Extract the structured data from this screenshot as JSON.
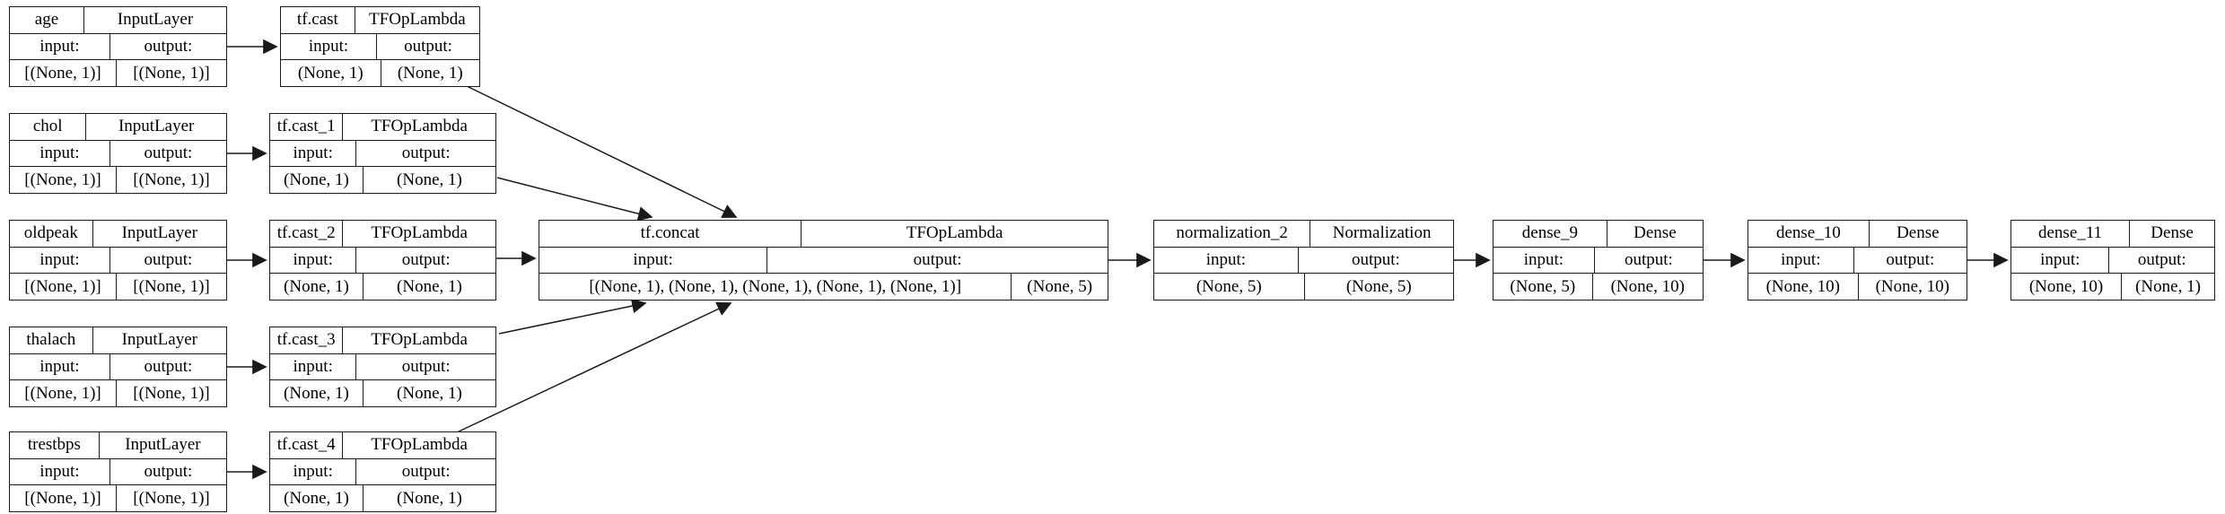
{
  "diagram": {
    "kind": "keras-model-architecture-graph",
    "labels": {
      "input": "input:",
      "output": "output:"
    },
    "colors": {
      "border": "#1a1a1a",
      "background": "#ffffff",
      "text": "#000000"
    },
    "nodes": [
      {
        "id": "age",
        "name": "age",
        "class": "InputLayer",
        "input_shape": "[(None, 1)]",
        "output_shape": "[(None, 1)]"
      },
      {
        "id": "chol",
        "name": "chol",
        "class": "InputLayer",
        "input_shape": "[(None, 1)]",
        "output_shape": "[(None, 1)]"
      },
      {
        "id": "oldpeak",
        "name": "oldpeak",
        "class": "InputLayer",
        "input_shape": "[(None, 1)]",
        "output_shape": "[(None, 1)]"
      },
      {
        "id": "thalach",
        "name": "thalach",
        "class": "InputLayer",
        "input_shape": "[(None, 1)]",
        "output_shape": "[(None, 1)]"
      },
      {
        "id": "trestbps",
        "name": "trestbps",
        "class": "InputLayer",
        "input_shape": "[(None, 1)]",
        "output_shape": "[(None, 1)]"
      },
      {
        "id": "tf.cast",
        "name": "tf.cast",
        "class": "TFOpLambda",
        "input_shape": "(None, 1)",
        "output_shape": "(None, 1)"
      },
      {
        "id": "tf.cast_1",
        "name": "tf.cast_1",
        "class": "TFOpLambda",
        "input_shape": "(None, 1)",
        "output_shape": "(None, 1)"
      },
      {
        "id": "tf.cast_2",
        "name": "tf.cast_2",
        "class": "TFOpLambda",
        "input_shape": "(None, 1)",
        "output_shape": "(None, 1)"
      },
      {
        "id": "tf.cast_3",
        "name": "tf.cast_3",
        "class": "TFOpLambda",
        "input_shape": "(None, 1)",
        "output_shape": "(None, 1)"
      },
      {
        "id": "tf.cast_4",
        "name": "tf.cast_4",
        "class": "TFOpLambda",
        "input_shape": "(None, 1)",
        "output_shape": "(None, 1)"
      },
      {
        "id": "tf.concat",
        "name": "tf.concat",
        "class": "TFOpLambda",
        "input_shape": "[(None, 1), (None, 1), (None, 1), (None, 1), (None, 1)]",
        "output_shape": "(None, 5)"
      },
      {
        "id": "normalization_2",
        "name": "normalization_2",
        "class": "Normalization",
        "input_shape": "(None, 5)",
        "output_shape": "(None, 5)"
      },
      {
        "id": "dense_9",
        "name": "dense_9",
        "class": "Dense",
        "input_shape": "(None, 5)",
        "output_shape": "(None, 10)"
      },
      {
        "id": "dense_10",
        "name": "dense_10",
        "class": "Dense",
        "input_shape": "(None, 10)",
        "output_shape": "(None, 10)"
      },
      {
        "id": "dense_11",
        "name": "dense_11",
        "class": "Dense",
        "input_shape": "(None, 10)",
        "output_shape": "(None, 1)"
      }
    ],
    "edges": [
      [
        "age",
        "tf.cast"
      ],
      [
        "chol",
        "tf.cast_1"
      ],
      [
        "oldpeak",
        "tf.cast_2"
      ],
      [
        "thalach",
        "tf.cast_3"
      ],
      [
        "trestbps",
        "tf.cast_4"
      ],
      [
        "tf.cast",
        "tf.concat"
      ],
      [
        "tf.cast_1",
        "tf.concat"
      ],
      [
        "tf.cast_2",
        "tf.concat"
      ],
      [
        "tf.cast_3",
        "tf.concat"
      ],
      [
        "tf.cast_4",
        "tf.concat"
      ],
      [
        "tf.concat",
        "normalization_2"
      ],
      [
        "normalization_2",
        "dense_9"
      ],
      [
        "dense_9",
        "dense_10"
      ],
      [
        "dense_10",
        "dense_11"
      ]
    ]
  }
}
